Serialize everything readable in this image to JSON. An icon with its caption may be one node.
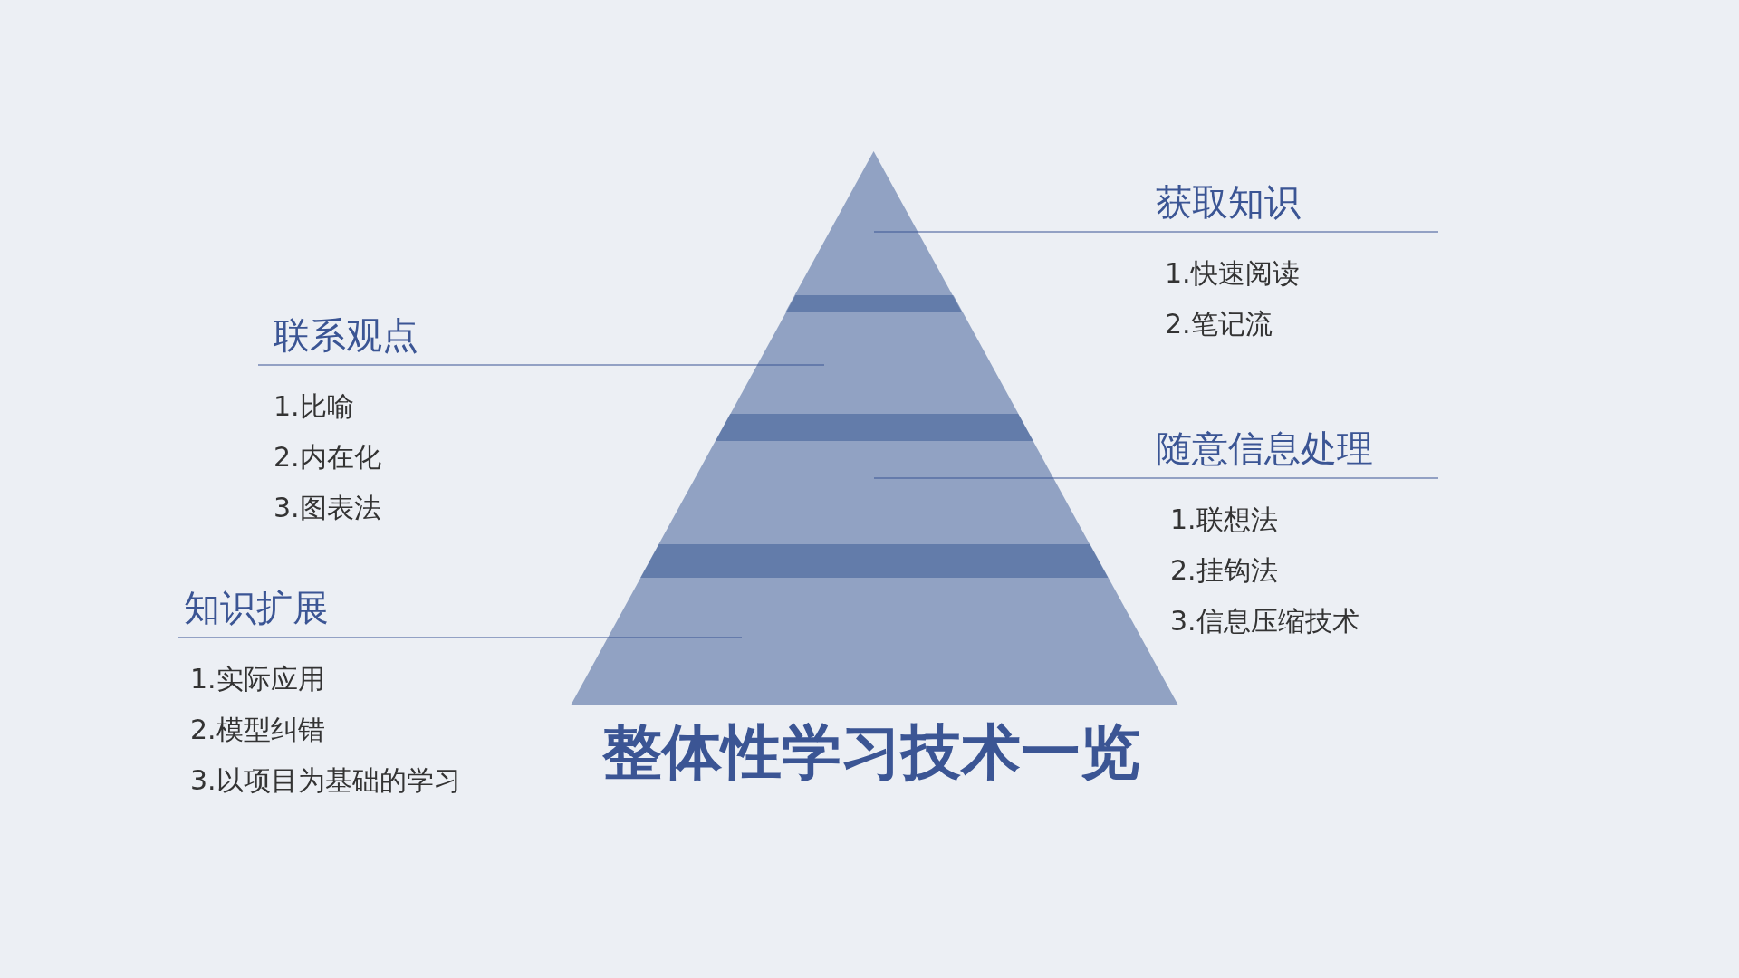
{
  "diagram": {
    "title": "整体性学习技术一览",
    "nodes": [
      {
        "text": [],
        "shape": "triangle"
      },
      {
        "text": [],
        "shape": "trapezoid"
      },
      {
        "text": [],
        "shape": "trapezoid"
      },
      {
        "text": [],
        "shape": "trapezoid"
      },
      {
        "text": [
          "获取知识",
          "1.快速阅读",
          "2.笔记流"
        ]
      },
      {
        "text": [
          "联系观点",
          "1.比喻",
          "2.内在化",
          "3.图表法"
        ]
      },
      {
        "text": [
          "随意信息处理",
          "1.联想法",
          "2.挂钩法",
          "3.信息压缩技术"
        ]
      },
      {
        "text": [
          "知识扩展",
          "1.实际应用",
          "2.模型纠错",
          "3.以项目为基础的学习"
        ]
      }
    ],
    "edges": [
      {
        "from": 4,
        "to": 0,
        "arrow": "none"
      },
      {
        "from": 5,
        "to": 1,
        "arrow": "none"
      },
      {
        "from": 6,
        "to": 2,
        "arrow": "none"
      },
      {
        "from": 7,
        "to": 3,
        "arrow": "none"
      }
    ]
  }
}
